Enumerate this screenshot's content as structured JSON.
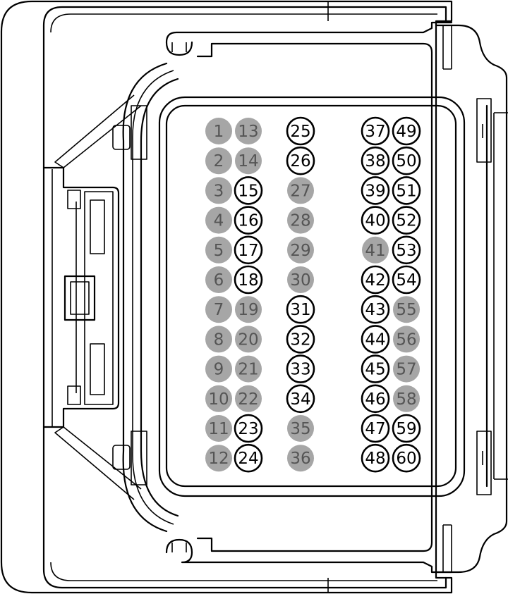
{
  "connector": {
    "colors": {
      "used_fill": "#ffffff",
      "used_stroke": "#000000",
      "unused_fill": "#a6a6a6",
      "line": "#000000",
      "text": "#000000",
      "unused_text": "#555555"
    },
    "columns": [
      {
        "pins": [
          {
            "label": "1",
            "used": false
          },
          {
            "label": "2",
            "used": false
          },
          {
            "label": "3",
            "used": false
          },
          {
            "label": "4",
            "used": false
          },
          {
            "label": "5",
            "used": false
          },
          {
            "label": "6",
            "used": false
          },
          {
            "label": "7",
            "used": false
          },
          {
            "label": "8",
            "used": false
          },
          {
            "label": "9",
            "used": false
          },
          {
            "label": "10",
            "used": false
          },
          {
            "label": "11",
            "used": false
          },
          {
            "label": "12",
            "used": false
          }
        ]
      },
      {
        "pins": [
          {
            "label": "13",
            "used": false
          },
          {
            "label": "14",
            "used": false
          },
          {
            "label": "15",
            "used": true
          },
          {
            "label": "16",
            "used": true
          },
          {
            "label": "17",
            "used": true
          },
          {
            "label": "18",
            "used": true
          },
          {
            "label": "19",
            "used": false
          },
          {
            "label": "20",
            "used": false
          },
          {
            "label": "21",
            "used": false
          },
          {
            "label": "22",
            "used": false
          },
          {
            "label": "23",
            "used": true
          },
          {
            "label": "24",
            "used": true
          }
        ]
      },
      {
        "pins": [
          {
            "label": "25",
            "used": true
          },
          {
            "label": "26",
            "used": true
          },
          {
            "label": "27",
            "used": false
          },
          {
            "label": "28",
            "used": false
          },
          {
            "label": "29",
            "used": false
          },
          {
            "label": "30",
            "used": false
          },
          {
            "label": "31",
            "used": true
          },
          {
            "label": "32",
            "used": true
          },
          {
            "label": "33",
            "used": true
          },
          {
            "label": "34",
            "used": true
          },
          {
            "label": "35",
            "used": false
          },
          {
            "label": "36",
            "used": false
          }
        ]
      },
      {
        "pins": [
          {
            "label": "37",
            "used": true
          },
          {
            "label": "38",
            "used": true
          },
          {
            "label": "39",
            "used": true
          },
          {
            "label": "40",
            "used": true
          },
          {
            "label": "41",
            "used": false
          },
          {
            "label": "42",
            "used": true
          },
          {
            "label": "43",
            "used": true
          },
          {
            "label": "44",
            "used": true
          },
          {
            "label": "45",
            "used": true
          },
          {
            "label": "46",
            "used": true
          },
          {
            "label": "47",
            "used": true
          },
          {
            "label": "48",
            "used": true
          }
        ]
      },
      {
        "pins": [
          {
            "label": "49",
            "used": true
          },
          {
            "label": "50",
            "used": true
          },
          {
            "label": "51",
            "used": true
          },
          {
            "label": "52",
            "used": true
          },
          {
            "label": "53",
            "used": true
          },
          {
            "label": "54",
            "used": true
          },
          {
            "label": "55",
            "used": false
          },
          {
            "label": "56",
            "used": false
          },
          {
            "label": "57",
            "used": false
          },
          {
            "label": "58",
            "used": false
          },
          {
            "label": "59",
            "used": true
          },
          {
            "label": "60",
            "used": true
          }
        ]
      }
    ]
  }
}
